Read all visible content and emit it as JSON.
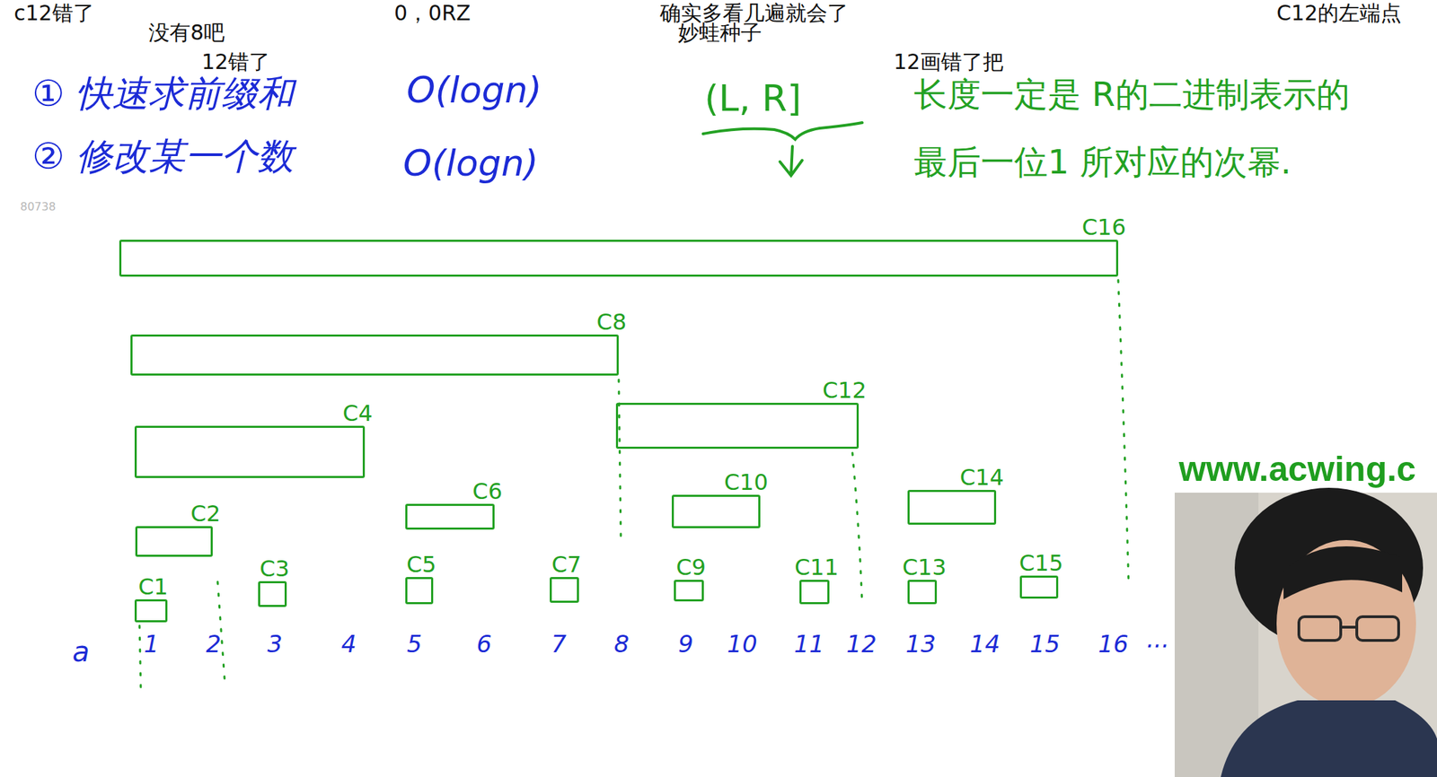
{
  "diagram": {
    "nodes": [
      {
        "text": [
          "C16"
        ]
      },
      {
        "text": [
          "C8"
        ]
      },
      {
        "text": [
          "C4"
        ]
      },
      {
        "text": [
          "C12"
        ]
      },
      {
        "text": [
          "C2"
        ]
      },
      {
        "text": [
          "C6"
        ]
      },
      {
        "text": [
          "C10"
        ]
      },
      {
        "text": [
          "C14"
        ]
      },
      {
        "text": [
          "C1"
        ]
      },
      {
        "text": [
          "C3"
        ]
      },
      {
        "text": [
          "C5"
        ]
      },
      {
        "text": [
          "C7"
        ]
      },
      {
        "text": [
          "C9"
        ]
      },
      {
        "text": [
          "C11"
        ]
      },
      {
        "text": [
          "C13"
        ]
      },
      {
        "text": [
          "C15"
        ]
      }
    ],
    "labels": [
      "c12错了",
      "没有8吧",
      "12错了",
      "0，0RZ",
      "确实多看几遍就会了",
      "妙蛙种子",
      "12画错了把",
      "C12的左端点",
      "① 快速求前缀和",
      "O(logn)",
      "② 修改某一个数",
      "O(logn)",
      "(L, R]",
      "长度一定是 R的二进制表示的",
      "最后一位1 所对应的次幂.",
      "a",
      "1",
      "2",
      "3",
      "4",
      "5",
      "6",
      "7",
      "8",
      "9",
      "10",
      "11",
      "12",
      "13",
      "14",
      "15",
      "16",
      "...",
      "www.acwing.c",
      "80738"
    ]
  }
}
